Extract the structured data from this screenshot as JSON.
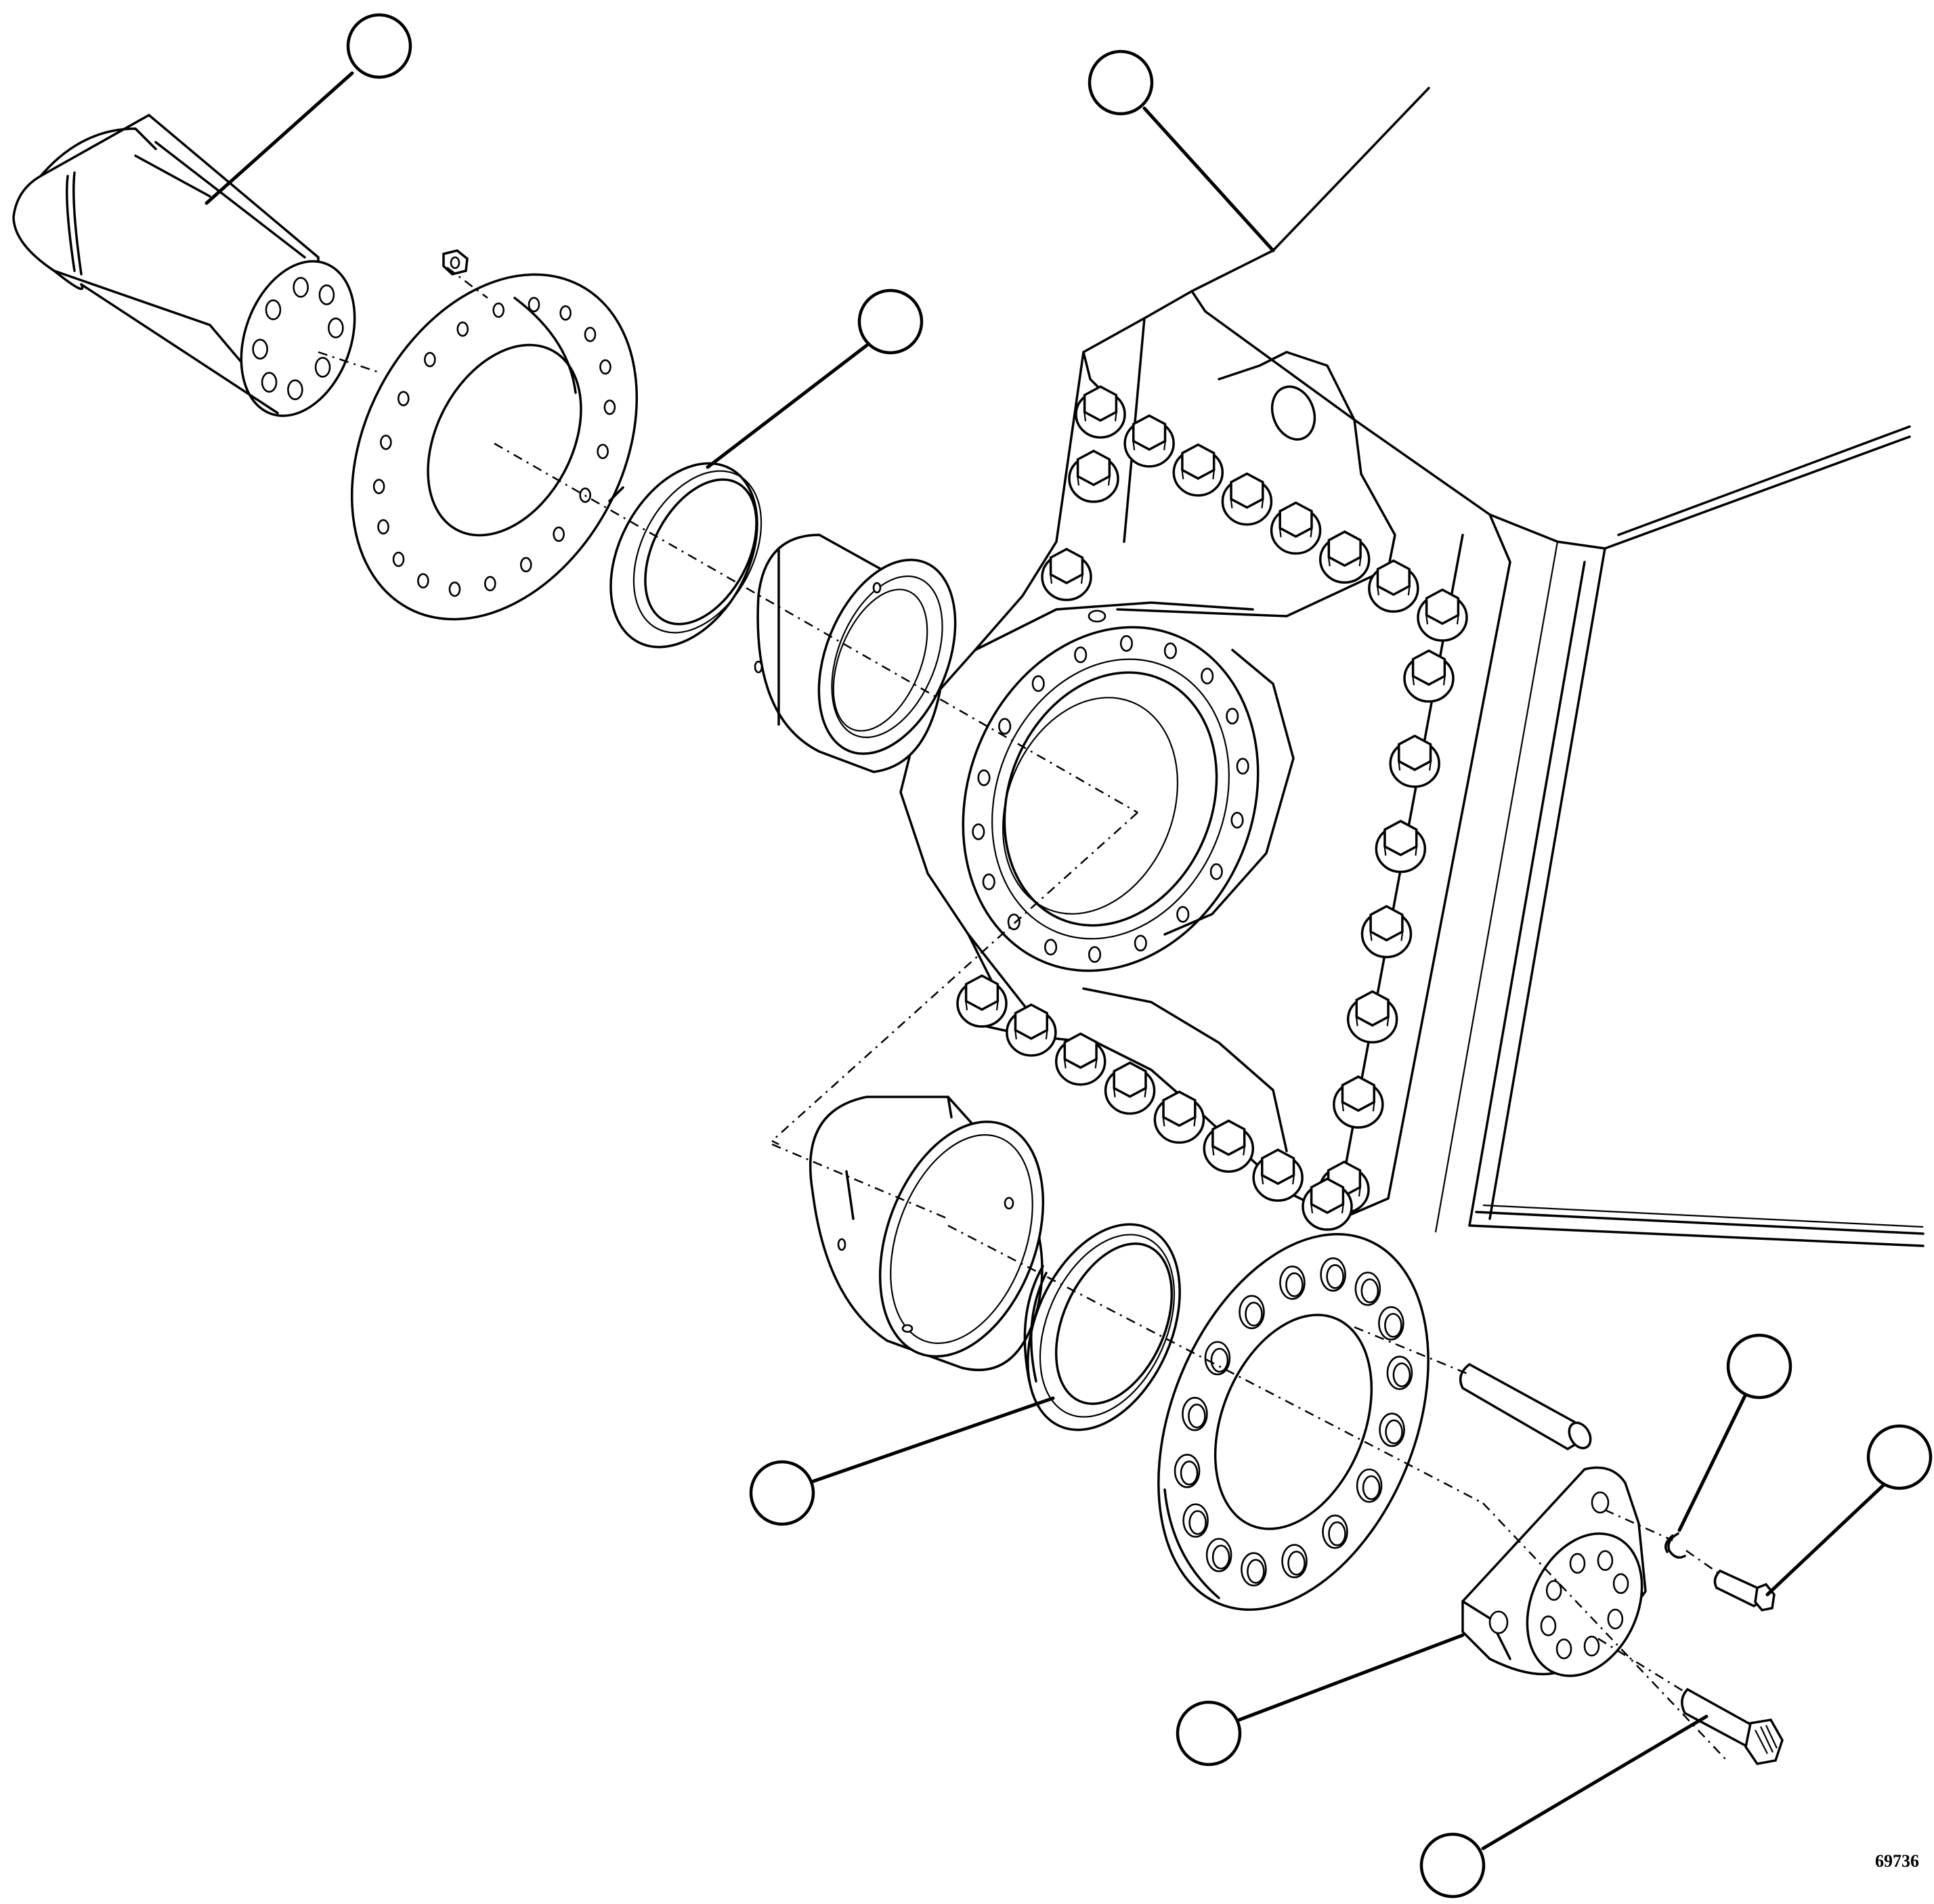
{
  "figure": {
    "reference_number": "69736",
    "callouts": [
      {
        "id": "pin"
      },
      {
        "id": "frame"
      },
      {
        "id": "seal-ring-upper"
      },
      {
        "id": "seal-ring-lower"
      },
      {
        "id": "roll-pin"
      },
      {
        "id": "capscrew-small"
      },
      {
        "id": "retainer-plate"
      },
      {
        "id": "capscrew-large"
      }
    ]
  }
}
